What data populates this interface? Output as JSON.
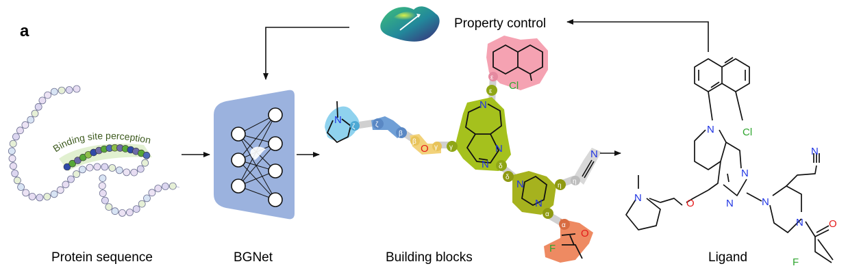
{
  "panel_label": "a",
  "property_control": "Property control",
  "binding_site": "Binding site perception",
  "captions": {
    "protein": "Protein sequence",
    "net": "BGNet",
    "blocks": "Building blocks",
    "ligand": "Ligand"
  },
  "greek": {
    "alpha": "α",
    "beta": "β",
    "gamma": "γ",
    "delta": "δ",
    "epsilon": "ε",
    "zeta": "ζ",
    "eta": "η"
  },
  "atoms": {
    "N": "N",
    "O": "O",
    "F": "F",
    "Cl": "Cl"
  },
  "colors": {
    "node_cyan": "#8fd2ee",
    "node_blue": "#6f9fd6",
    "node_yellow": "#f2d27a",
    "node_olive": "#a5c11d",
    "node_olive_dark": "#8f9a12",
    "node_pink": "#f5a2b2",
    "node_gray": "#cfcfcf",
    "node_orange": "#ee8a62",
    "net_bg": "#9bb2de",
    "nitrogen": "#1f34e3",
    "oxygen": "#e41a1a",
    "halogen": "#2ea52e"
  }
}
